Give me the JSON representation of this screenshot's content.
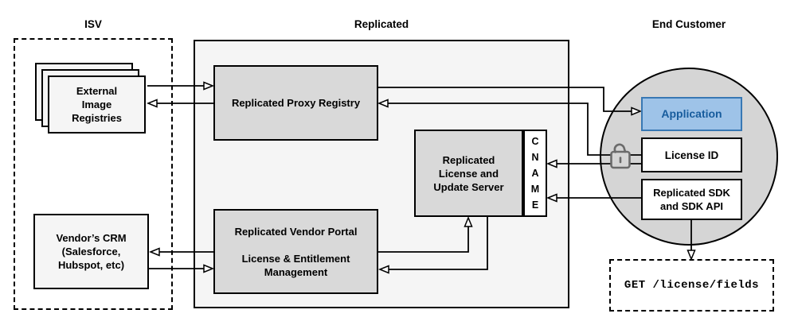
{
  "sections": {
    "isv": {
      "label": "ISV"
    },
    "replicated": {
      "label": "Replicated"
    },
    "end_customer": {
      "label": "End Customer"
    }
  },
  "nodes": {
    "external_registries": {
      "lines": [
        "External",
        "Image",
        "Registries"
      ]
    },
    "vendors_crm": {
      "lines": [
        "Vendor’s CRM",
        "(Salesforce,",
        "Hubspot, etc)"
      ]
    },
    "proxy_registry": {
      "label": "Replicated Proxy Registry"
    },
    "license_update_server": {
      "lines": [
        "Replicated",
        "License and",
        "Update Server"
      ]
    },
    "cname": {
      "letters": [
        "C",
        "N",
        "A",
        "M",
        "E"
      ]
    },
    "vendor_portal": {
      "title": "Replicated Vendor Portal",
      "lines": [
        "License & Entitlement",
        "Management"
      ]
    },
    "application": {
      "label": "Application"
    },
    "license_id": {
      "label": "License ID"
    },
    "replicated_sdk": {
      "lines": [
        "Replicated SDK",
        "and SDK API"
      ]
    },
    "get_license_fields": {
      "label": "GET /license/fields"
    }
  },
  "icons": {
    "lock": "unlocked-padlock-icon"
  },
  "colors": {
    "node_gray": "#d9d9d9",
    "container_gray": "#f5f5f5",
    "circle_gray": "#d5d5d5",
    "application_fill": "#9ec3e8",
    "application_border": "#3878b4",
    "application_text": "#175c9d",
    "connector_black": "#000000",
    "lock_gray": "#6b6b6b"
  }
}
